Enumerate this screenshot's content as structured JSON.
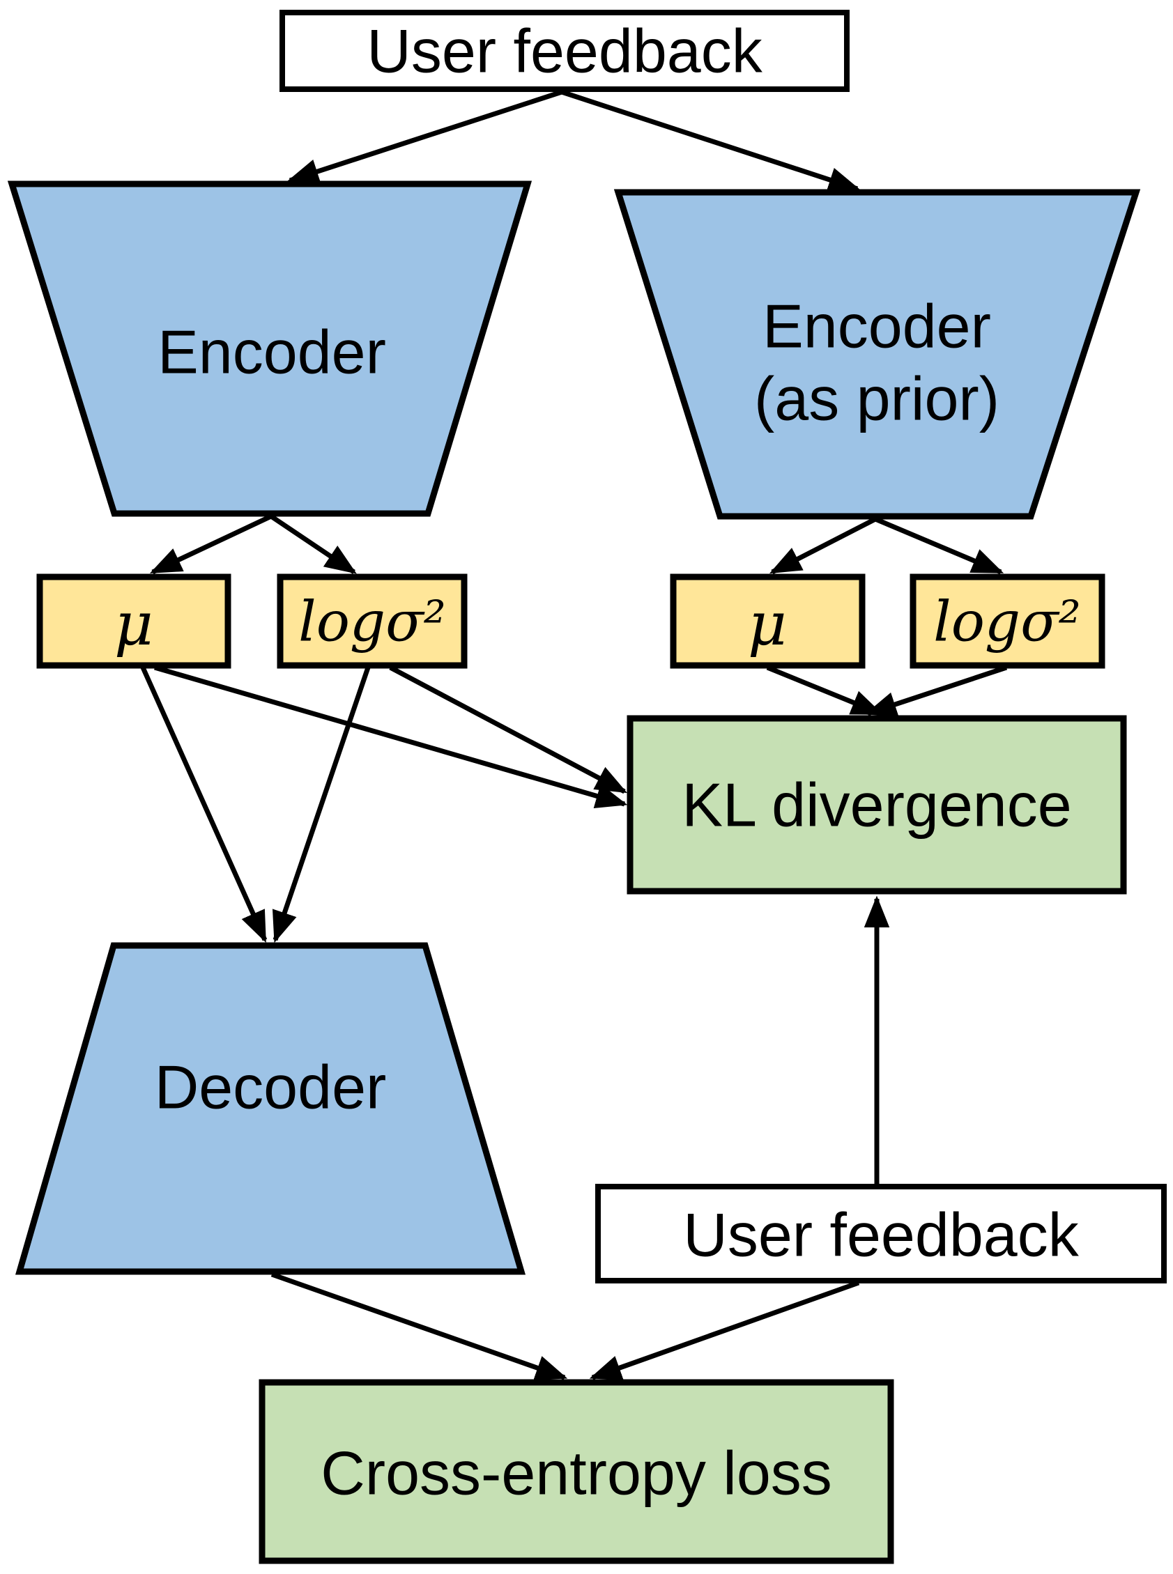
{
  "diagram": {
    "colors": {
      "encoder_fill": "#9dc3e6",
      "param_fill": "#ffe699",
      "loss_fill": "#c6e0b4",
      "io_fill": "#ffffff",
      "stroke": "#000000",
      "background": "#ffffff"
    },
    "nodes": {
      "user_feedback_top": {
        "label": "User feedback"
      },
      "encoder_left": {
        "label": "Encoder"
      },
      "encoder_right": {
        "label_line1": "Encoder",
        "label_line2": "(as prior)"
      },
      "mu_left": {
        "label": "μ"
      },
      "logvar_left": {
        "label": "logσ²"
      },
      "mu_right": {
        "label": "μ"
      },
      "logvar_right": {
        "label": "logσ²"
      },
      "kl_divergence": {
        "label": "KL divergence"
      },
      "decoder": {
        "label": "Decoder"
      },
      "user_feedback_bottom": {
        "label": "User feedback"
      },
      "cross_entropy": {
        "label": "Cross-entropy loss"
      }
    },
    "edges": [
      {
        "from": "user_feedback_top",
        "to": "encoder_left"
      },
      {
        "from": "user_feedback_top",
        "to": "encoder_right"
      },
      {
        "from": "encoder_left",
        "to": "mu_left"
      },
      {
        "from": "encoder_left",
        "to": "logvar_left"
      },
      {
        "from": "encoder_right",
        "to": "mu_right"
      },
      {
        "from": "encoder_right",
        "to": "logvar_right"
      },
      {
        "from": "mu_right",
        "to": "kl_divergence"
      },
      {
        "from": "logvar_right",
        "to": "kl_divergence"
      },
      {
        "from": "mu_left",
        "to": "kl_divergence"
      },
      {
        "from": "logvar_left",
        "to": "kl_divergence"
      },
      {
        "from": "mu_left",
        "to": "decoder"
      },
      {
        "from": "logvar_left",
        "to": "decoder"
      },
      {
        "from": "user_feedback_bottom",
        "to": "kl_divergence"
      },
      {
        "from": "decoder",
        "to": "cross_entropy"
      },
      {
        "from": "user_feedback_bottom",
        "to": "cross_entropy"
      }
    ]
  }
}
